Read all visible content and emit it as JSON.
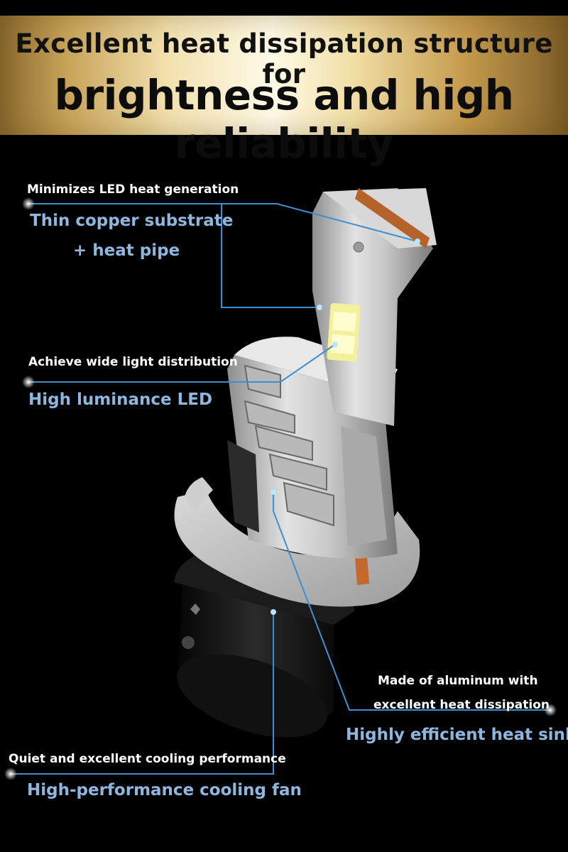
{
  "header": {
    "line1": "Excellent heat dissipation structure for",
    "line2": "brightness and high reliability"
  },
  "callouts": [
    {
      "caption": "Minimizes LED heat generation",
      "feature_lines": [
        "Thin copper substrate",
        "+ heat pipe"
      ]
    },
    {
      "caption": "Achieve wide light distribution",
      "feature_lines": [
        "High luminance LED"
      ]
    },
    {
      "caption_lines": [
        "Made of aluminum with",
        "excellent heat dissipation"
      ],
      "feature_lines": [
        "Highly efficient heat sinks"
      ]
    },
    {
      "caption": "Quiet and excellent cooling performance",
      "feature_lines": [
        "High-performance cooling fan"
      ]
    }
  ],
  "colors": {
    "background": "#000000",
    "feature_text": "#8fb6df",
    "leader_line": "#3f8fd0",
    "caption_text": "#ffffff"
  }
}
